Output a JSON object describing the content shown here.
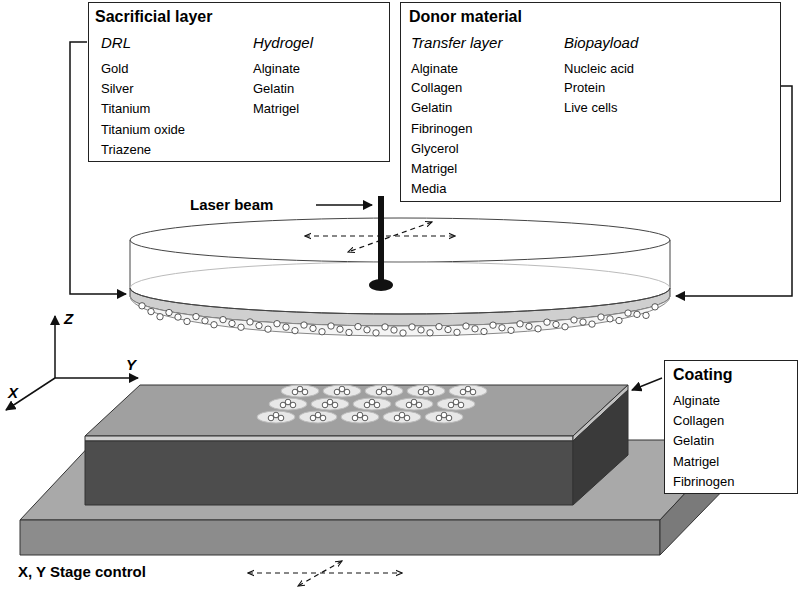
{
  "diagram": {
    "nodes": [
      {
        "text": [
          "Sacrificial layer",
          "DRL",
          "Gold",
          "Silver",
          "Titanium",
          "Titanium oxide",
          "Triazene",
          "Hydrogel",
          "Alginate",
          "Gelatin",
          "Matrigel"
        ]
      },
      {
        "text": [
          "Donor material",
          "Transfer layer",
          "Alginate",
          "Collagen",
          "Gelatin",
          "Fibrinogen",
          "Glycerol",
          "Matrigel",
          "Media",
          "Biopayload",
          "Nucleic acid",
          "Protein",
          "Live cells"
        ]
      },
      {
        "text": [
          "Coating",
          "Alginate",
          "Collagen",
          "Gelatin",
          "Matrigel",
          "Fibrinogen"
        ]
      }
    ],
    "labels": [
      "Laser beam",
      "Z",
      "Y",
      "X",
      "X, Y Stage control"
    ]
  }
}
